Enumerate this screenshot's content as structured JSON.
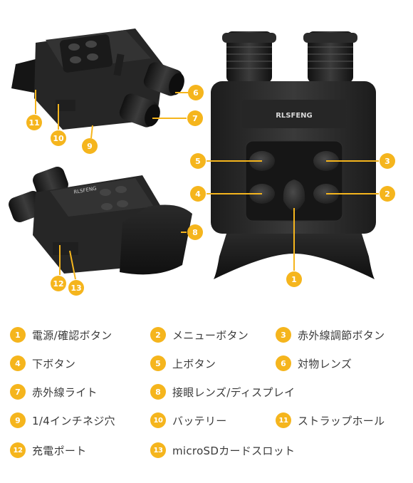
{
  "brand_label": "RLSFENG",
  "accent_color": "#f5b51d",
  "callouts": [
    "1",
    "2",
    "3",
    "4",
    "5",
    "6",
    "7",
    "8",
    "9",
    "10",
    "11",
    "12",
    "13"
  ],
  "legend": [
    {
      "num": "1",
      "label": "電源/確認ボタン"
    },
    {
      "num": "2",
      "label": "メニューボタン"
    },
    {
      "num": "3",
      "label": "赤外線調節ボタン"
    },
    {
      "num": "4",
      "label": "下ボタン"
    },
    {
      "num": "5",
      "label": "上ボタン"
    },
    {
      "num": "6",
      "label": "対物レンズ"
    },
    {
      "num": "7",
      "label": "赤外線ライト"
    },
    {
      "num": "8",
      "label": "接眼レンズ/ディスプレイ"
    },
    {
      "num": "9",
      "label": "1/4インチネジ穴"
    },
    {
      "num": "10",
      "label": "バッテリー"
    },
    {
      "num": "11",
      "label": "ストラップホール"
    },
    {
      "num": "12",
      "label": "充電ポート"
    },
    {
      "num": "13",
      "label": "microSDカードスロット"
    }
  ]
}
